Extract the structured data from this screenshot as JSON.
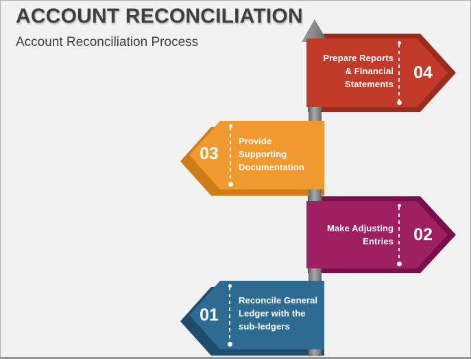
{
  "slide": {
    "title": "ACCOUNT RECONCILIATION",
    "subtitle": "Account Reconciliation Process",
    "background_color": "#f2f2f2",
    "title_color": "#3f3f3f"
  },
  "pole": {
    "icon": "arrow-up-icon",
    "color_dark": "#6b6b6b",
    "color_light": "#a9a9a9"
  },
  "steps": [
    {
      "number": "01",
      "label_lines": [
        "Reconcile General",
        "Ledger with the",
        "sub-ledgers"
      ],
      "color": "#2e6b92",
      "shadow_color": "#1e4c6a",
      "direction": "left"
    },
    {
      "number": "02",
      "label_lines": [
        "Make Adjusting",
        "Entries"
      ],
      "color": "#9e1f62",
      "shadow_color": "#77104a",
      "direction": "right"
    },
    {
      "number": "03",
      "label_lines": [
        "Provide",
        "Supporting",
        "Documentation"
      ],
      "color": "#f0992e",
      "shadow_color": "#cd7d15",
      "direction": "left"
    },
    {
      "number": "04",
      "label_lines": [
        "Prepare Reports",
        "& Financial",
        "Statements"
      ],
      "color": "#c23a2a",
      "shadow_color": "#9a2c1e",
      "direction": "right"
    }
  ]
}
